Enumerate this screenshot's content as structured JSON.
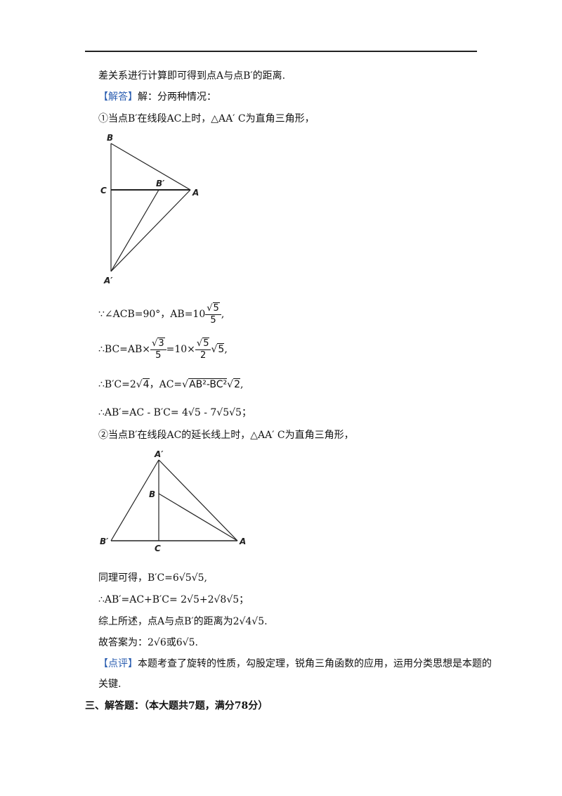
{
  "lines": {
    "l0": "差关系进行计算即可得到点A与点B′的距离.",
    "l1_tag": "【解答】",
    "l1_text": "解：分两种情况：",
    "l2": "①当点B′在线段AC上时，△AA′ C为直角三角形，",
    "l3_pre": "∵∠ACB=90°，AB=10",
    "l3_post": ",",
    "l4_pre": "∴BC=AB×",
    "l4_mid": "=10×",
    "l4_post": ",",
    "l5_pre": "∴B′C=2",
    "l5_mid": "，AC=",
    "l5_post": ",",
    "l6": "∴AB′=AC - B′C= 4√5 - 7√5√5；",
    "l7": "②当点B′在线段AC的延长线上时，△AA′ C为直角三角形，",
    "l8": "同理可得，B′C=6√5√5,",
    "l9": "∴AB′=AC+B′C= 2√5+2√8√5；",
    "l10": "综上所述，点A与点B′的距离为2√4√5.",
    "l11": "故答案为：2√6或6√5.",
    "l12_tag": "【点评】",
    "l12_text": "本题考查了旋转的性质，勾股定理，锐角三角函数的应用，运用分类思想是本题的",
    "l13": "关键.",
    "l14": "三、解答题：（本大题共7题，满分78分）"
  },
  "math": {
    "sqrt5": "5",
    "sqrt3": "3",
    "den5": "5",
    "den2": "2",
    "sqrt4": "4",
    "ab2bc2": "AB²-BC²",
    "sqrt2": "2",
    "sqrt_sym": "√"
  },
  "figure1": {
    "labels": [
      "B",
      "C",
      "B′",
      "A",
      "A′"
    ]
  },
  "figure2": {
    "labels": [
      "A′",
      "B",
      "B′",
      "C",
      "A"
    ]
  },
  "colors": {
    "accent": "#2a5db0"
  }
}
